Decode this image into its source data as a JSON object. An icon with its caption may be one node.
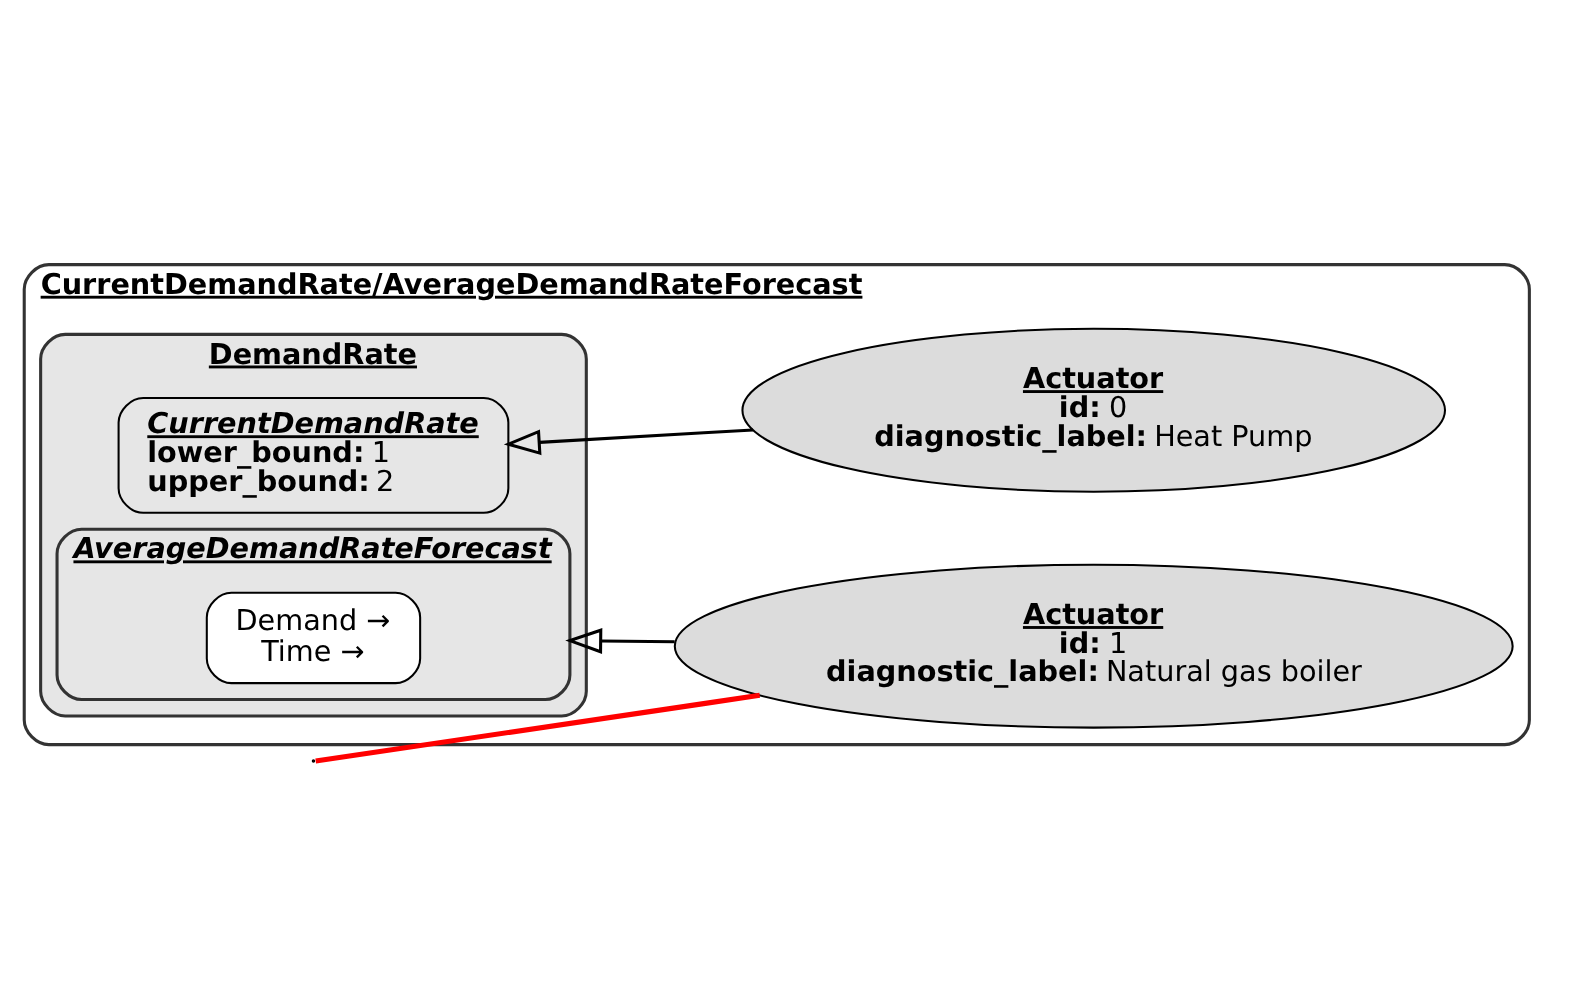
{
  "diagram": {
    "nodes": [
      {
        "text": [
          "CurrentDemandRate/AverageDemandRateForecast"
        ]
      },
      {
        "text": [
          "DemandRate"
        ],
        "in": 0
      },
      {
        "text": [
          "CurrentDemandRate",
          "**lower_bound:** 1",
          "**upper_bound:** 2"
        ],
        "in": 1
      },
      {
        "text": [
          "AverageDemandRateForecast"
        ],
        "in": 1
      },
      {
        "text": [
          "Demand →",
          "Time →"
        ],
        "in": 3
      },
      {
        "text": [
          "Actuator",
          "**id:** 0",
          "**diagnostic_label:** Heat Pump"
        ],
        "in": 0
      },
      {
        "text": [
          "Actuator",
          "**id:** 1",
          "**diagnostic_label:** Natural gas boiler"
        ],
        "in": 0
      }
    ],
    "edges": [
      {
        "from": 5,
        "to": 2,
        "arrow": "to"
      },
      {
        "from": 6,
        "to": 3,
        "arrow": "to"
      },
      {
        "from": 6,
        "to": null,
        "arrow": "none",
        "color": "#ff0000"
      }
    ]
  }
}
